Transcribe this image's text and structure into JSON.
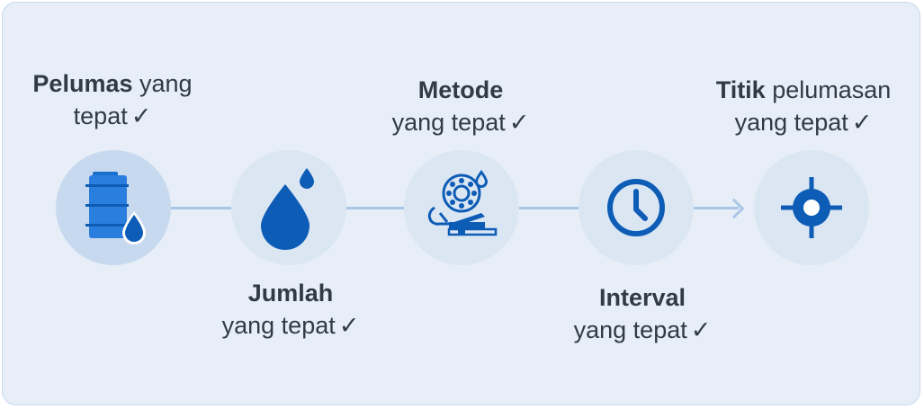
{
  "steps": [
    {
      "bold": "Pelumas",
      "rest": "yang",
      "line2": "tepat",
      "check": "✓",
      "icon": "lubricant-drum-icon"
    },
    {
      "bold": "Jumlah",
      "rest": "",
      "line2": "yang tepat",
      "check": "✓",
      "icon": "droplets-icon"
    },
    {
      "bold": "Metode",
      "rest": "",
      "line2": "yang tepat",
      "check": "✓",
      "icon": "grease-gun-bearing-icon"
    },
    {
      "bold": "Interval",
      "rest": "",
      "line2": "yang tepat",
      "check": "✓",
      "icon": "clock-icon"
    },
    {
      "bold": "Titik",
      "rest": "pelumasan",
      "line2": "yang tepat",
      "check": "✓",
      "icon": "target-point-icon"
    }
  ],
  "colors": {
    "panel_bg": "#e7eef7",
    "circle_bg": "#dbe6f3",
    "icon_blue": "#0d5cb6",
    "connector": "#a9c6e6",
    "text": "#323a45"
  }
}
